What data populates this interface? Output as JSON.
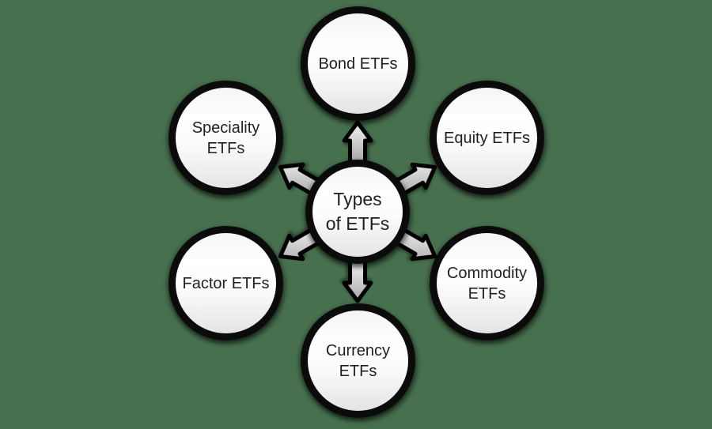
{
  "title": "Types of ETFs",
  "diagram": {
    "type": "radial-cycle",
    "center": {
      "id": "types-of-etfs",
      "label": "Types\nof ETFs"
    },
    "nodes": [
      {
        "id": "bond-etfs",
        "label": "Bond ETFs",
        "position": "top"
      },
      {
        "id": "equity-etfs",
        "label": "Equity ETFs",
        "position": "upper-right"
      },
      {
        "id": "commodity-etfs",
        "label": "Commodity\nETFs",
        "position": "lower-right"
      },
      {
        "id": "currency-etfs",
        "label": "Currency\nETFs",
        "position": "bottom"
      },
      {
        "id": "factor-etfs",
        "label": "Factor ETFs",
        "position": "lower-left"
      },
      {
        "id": "speciality-etfs",
        "label": "Speciality\nETFs",
        "position": "upper-left"
      }
    ],
    "arrows": [
      "up",
      "upper-right",
      "lower-right",
      "down",
      "lower-left",
      "upper-left"
    ],
    "colors": {
      "background": "#47714e",
      "node_fill_top": "#f5f5f5",
      "node_fill_bottom": "#e4e4e4",
      "outline": "#0b0b0b",
      "arrow_light": "#f4f4f4",
      "arrow_dark": "#a6a6a6",
      "text": "#1f1f1f"
    }
  }
}
